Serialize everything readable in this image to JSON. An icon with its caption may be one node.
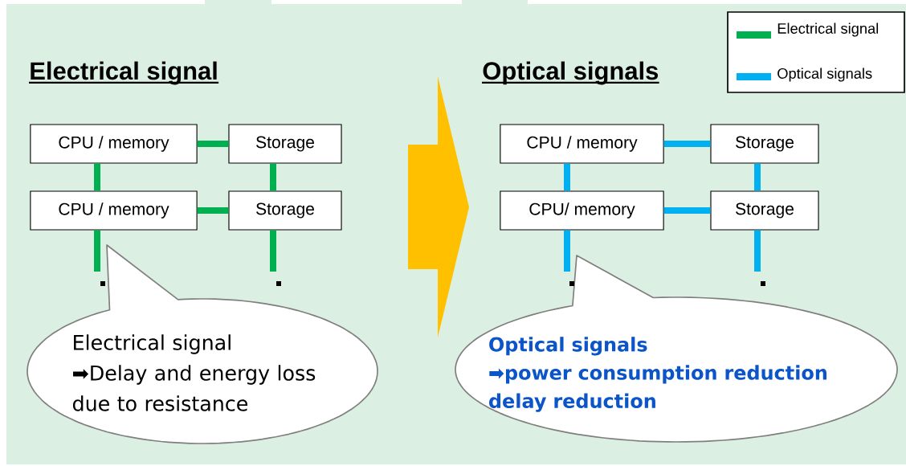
{
  "diagram": {
    "nodes": [
      {
        "text": [
          "CPU / memory"
        ]
      },
      {
        "text": [
          "Storage"
        ]
      },
      {
        "text": [
          "CPU / memory"
        ]
      },
      {
        "text": [
          "Storage"
        ]
      },
      {
        "text": [
          "Electrical signal",
          "➡Delay and energy loss due to resistance"
        ]
      },
      {
        "text": [
          "CPU / memory"
        ]
      },
      {
        "text": [
          "Storage"
        ]
      },
      {
        "text": [
          "CPU/ memory"
        ]
      },
      {
        "text": [
          "Storage"
        ]
      },
      {
        "text": [
          "Optical signals",
          "➡power consumption reduction delay reduction"
        ]
      }
    ],
    "edges": [
      {
        "from": 0,
        "to": 1,
        "arrow": "none",
        "color": "#00b050"
      },
      {
        "from": 0,
        "to": 2,
        "arrow": "none",
        "color": "#00b050"
      },
      {
        "from": 1,
        "to": 3,
        "arrow": "none",
        "color": "#00b050"
      },
      {
        "from": 2,
        "to": 3,
        "arrow": "none",
        "color": "#00b050"
      },
      {
        "from": 2,
        "to": null,
        "arrow": "none",
        "color": "#00b050"
      },
      {
        "from": 3,
        "to": null,
        "arrow": "none",
        "color": "#00b050"
      },
      {
        "from": 5,
        "to": 6,
        "arrow": "none",
        "color": "#00b0f0"
      },
      {
        "from": 5,
        "to": 7,
        "arrow": "none",
        "color": "#00b0f0"
      },
      {
        "from": 6,
        "to": 8,
        "arrow": "none",
        "color": "#00b0f0"
      },
      {
        "from": 7,
        "to": 8,
        "arrow": "none",
        "color": "#00b0f0"
      },
      {
        "from": 7,
        "to": null,
        "arrow": "none",
        "color": "#00b0f0"
      },
      {
        "from": 8,
        "to": null,
        "arrow": "none",
        "color": "#00b0f0"
      }
    ],
    "labels": [
      "Electrical signal",
      "Optical signals"
    ],
    "legend": [
      {
        "text": "Electrical signal",
        "color": "#00b050"
      },
      {
        "text": "Optical signals",
        "color": "#00b0f0"
      }
    ]
  }
}
